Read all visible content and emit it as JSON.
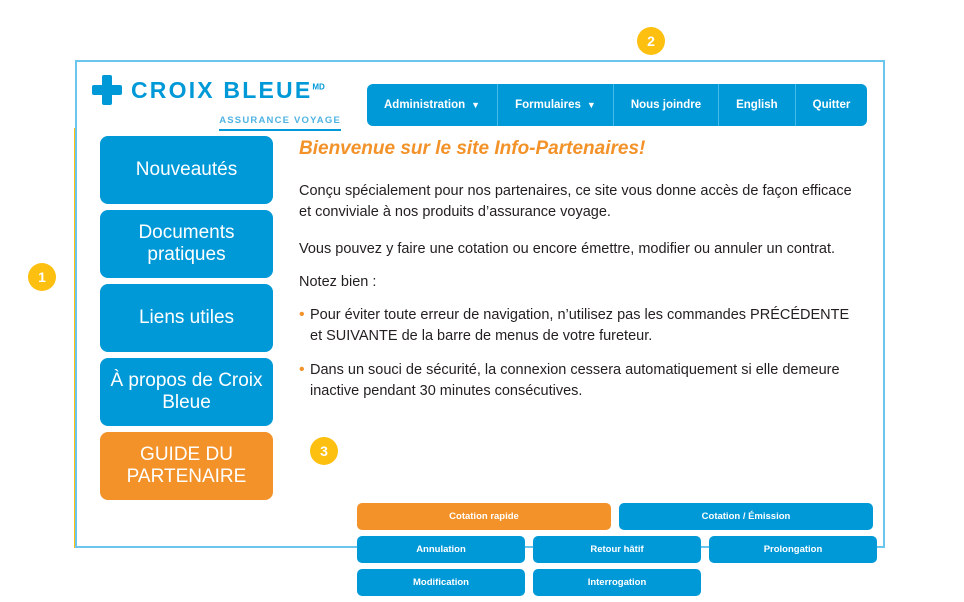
{
  "colors": {
    "brand_blue": "#0099D8",
    "brand_orange": "#F29229",
    "callout_yellow": "#FDC010",
    "bracket_yellow": "#FFC20E",
    "card_border": "#6CC5EC",
    "text": "#231F20"
  },
  "callouts": [
    {
      "number": "1"
    },
    {
      "number": "2"
    },
    {
      "number": "3"
    }
  ],
  "header": {
    "logo": {
      "wordmark": "CROIX BLEUE",
      "trademark": "MD",
      "tagline": "ASSURANCE VOYAGE"
    },
    "nav": [
      {
        "label": "Administration",
        "caret": "▼",
        "has_caret": true
      },
      {
        "label": "Formulaires",
        "caret": "▼",
        "has_caret": true
      },
      {
        "label": "Nous joindre",
        "has_caret": false
      },
      {
        "label": "English",
        "has_caret": false
      },
      {
        "label": "Quitter",
        "has_caret": false
      }
    ]
  },
  "sidebar": {
    "items": [
      {
        "label": "Nouveautés",
        "accent": false
      },
      {
        "label": "Documents pratiques",
        "accent": false
      },
      {
        "label": "Liens utiles",
        "accent": false
      },
      {
        "label": "À propos de Croix Bleue",
        "accent": false
      },
      {
        "label": "GUIDE DU PARTENAIRE",
        "accent": true
      }
    ]
  },
  "content": {
    "title": "Bienvenue sur le site Info-Partenaires!",
    "paragraphs": [
      "Conçu spécialement pour nos partenaires, ce site vous donne accès de façon efficace et conviviale à nos produits d’assurance voyage.",
      "Vous pouvez y faire une cotation ou encore émettre, modifier ou annuler un contrat.",
      "Notez bien :"
    ],
    "bullet_marker": "•",
    "bullets": [
      "Pour éviter toute erreur de navigation, n’utilisez pas les commandes PRÉCÉDENTE et SUIVANTE de la barre de menus de votre fureteur.",
      "Dans un souci de sécurité, la connexion cessera automatiquement si elle demeure inactive pendant 30 minutes consécutives."
    ]
  },
  "actions": {
    "rows": [
      [
        {
          "label": "Cotation rapide",
          "accent": true,
          "width": "half"
        },
        {
          "label": "Cotation / Émission",
          "accent": false,
          "width": "half"
        }
      ],
      [
        {
          "label": "Annulation",
          "accent": false,
          "width": "third"
        },
        {
          "label": "Retour hâtif",
          "accent": false,
          "width": "third"
        },
        {
          "label": "Prolongation",
          "accent": false,
          "width": "third"
        }
      ],
      [
        {
          "label": "Modification",
          "accent": false,
          "width": "third"
        },
        {
          "label": "Interrogation",
          "accent": false,
          "width": "third"
        }
      ]
    ]
  }
}
